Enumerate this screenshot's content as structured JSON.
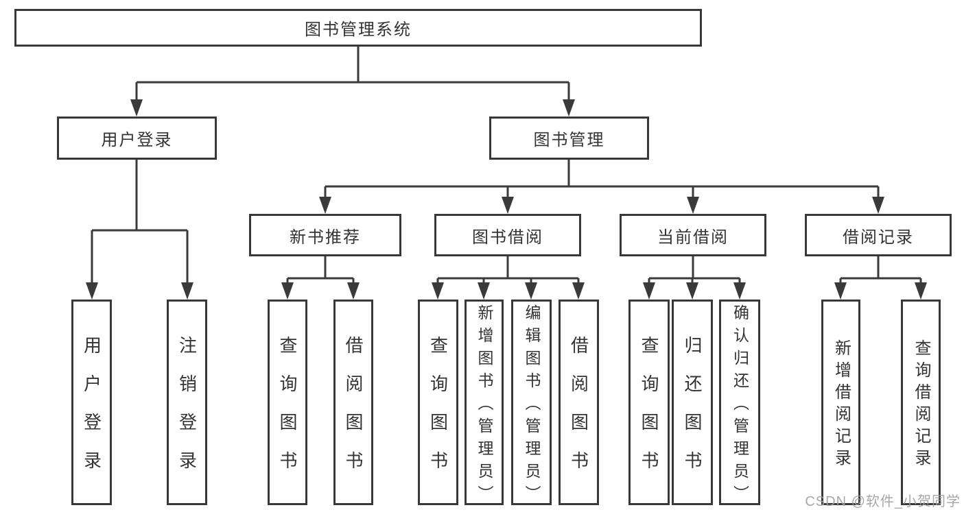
{
  "diagram_title": "图书管理系统",
  "tree": {
    "label": "图书管理系统",
    "children": [
      {
        "label": "用户登录",
        "children": [
          {
            "label": "用户登录"
          },
          {
            "label": "注销登录"
          }
        ]
      },
      {
        "label": "图书管理",
        "children": [
          {
            "label": "新书推荐",
            "children": [
              {
                "label": "查询图书"
              },
              {
                "label": "借阅图书"
              }
            ]
          },
          {
            "label": "图书借阅",
            "children": [
              {
                "label": "查询图书"
              },
              {
                "label": "新增图书（管理员）"
              },
              {
                "label": "编辑图书（管理员）"
              },
              {
                "label": "借阅图书"
              }
            ]
          },
          {
            "label": "当前借阅",
            "children": [
              {
                "label": "查询图书"
              },
              {
                "label": "归还图书"
              },
              {
                "label": "确认归还（管理员）"
              }
            ]
          },
          {
            "label": "借阅记录",
            "children": [
              {
                "label": "新增借阅记录"
              },
              {
                "label": "查询借阅记录"
              }
            ]
          }
        ]
      }
    ]
  },
  "watermark": {
    "text": "CSDN @软件_小贺同学"
  },
  "colors": {
    "line": "#3a3a3a",
    "box_border": "#383838",
    "text": "#333333",
    "box_fill": "#ffffff",
    "background": "#ffffff",
    "watermark": "#9e9e9e"
  }
}
